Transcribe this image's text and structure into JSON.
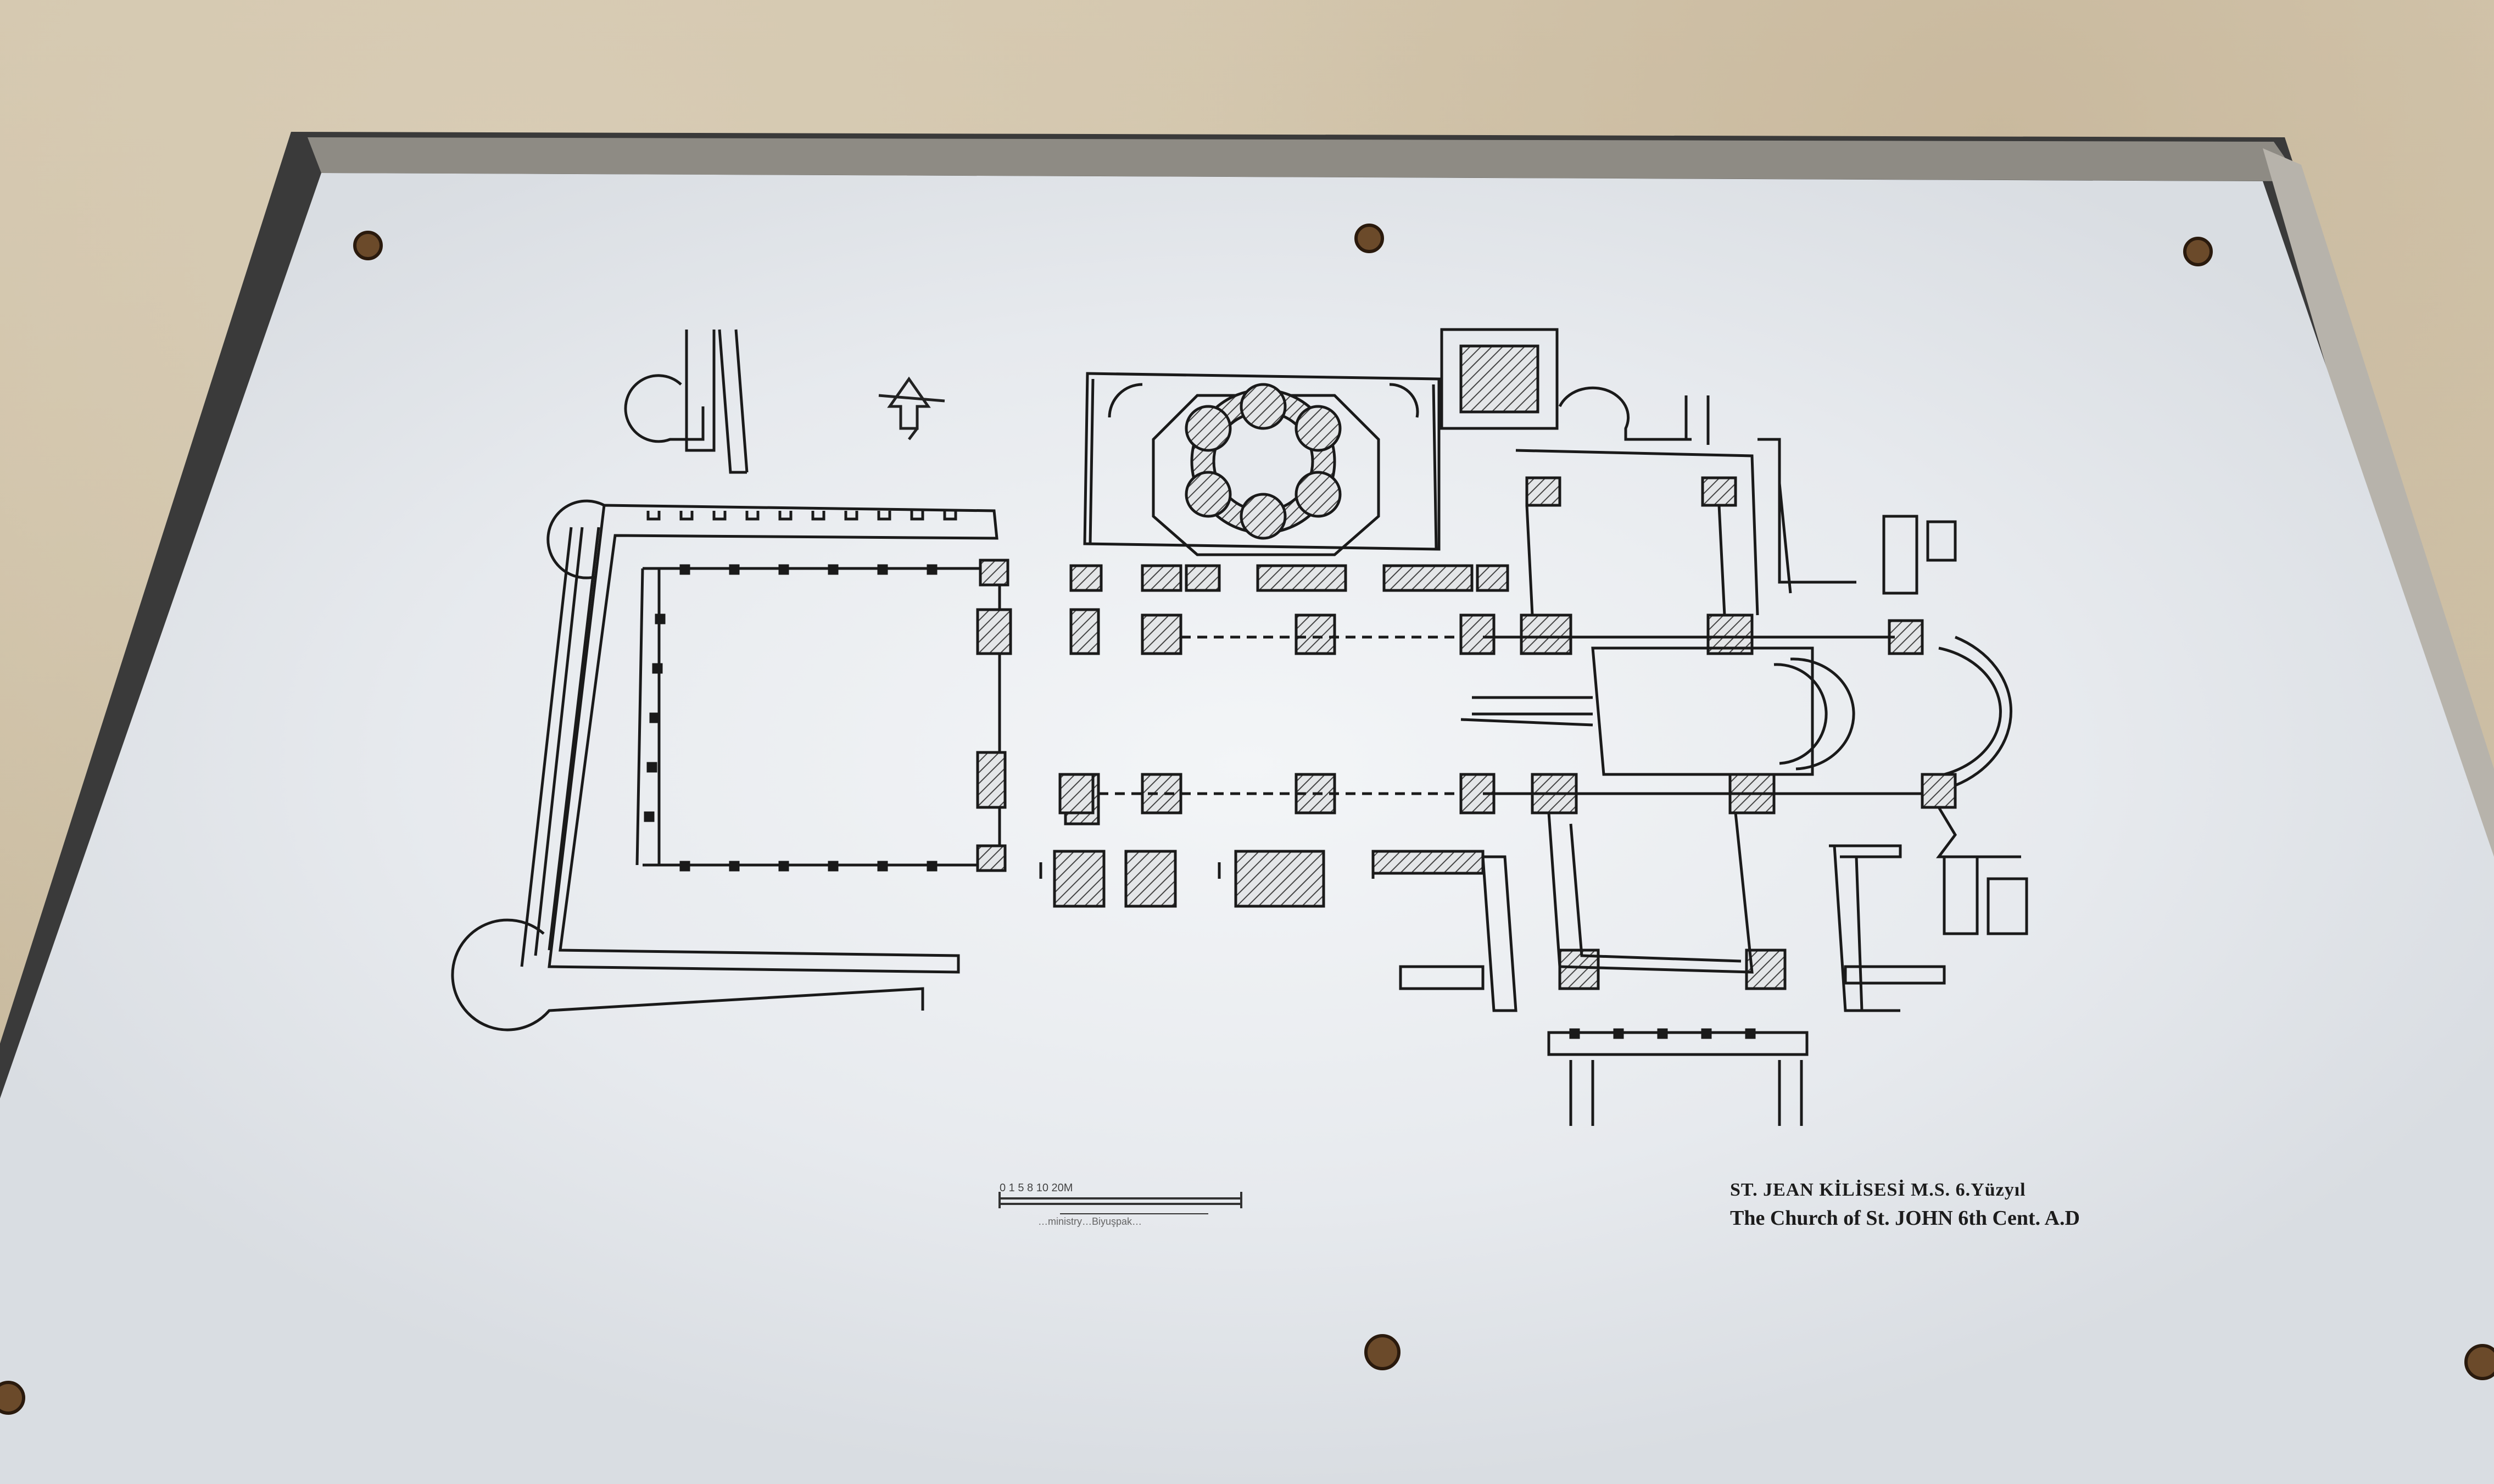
{
  "plaque": {
    "caption_turkish": "ST. JEAN KİLİSESİ M.S. 6.Yüzyıl",
    "caption_english": "The Church of St. JOHN 6th Cent. A.D",
    "scale_ticks": "0  1  5    8   10                          20M",
    "scale_subtitle": "…ministry…Biyuşpak…"
  },
  "colors": {
    "plaque": "#e9ecef",
    "frame": "#3b3b3b",
    "ink": "#1a1a1a",
    "hatch": "#555555",
    "gravel": "#cdbfa6"
  },
  "icons": [
    "north-arrow-icon",
    "screw-icon"
  ]
}
